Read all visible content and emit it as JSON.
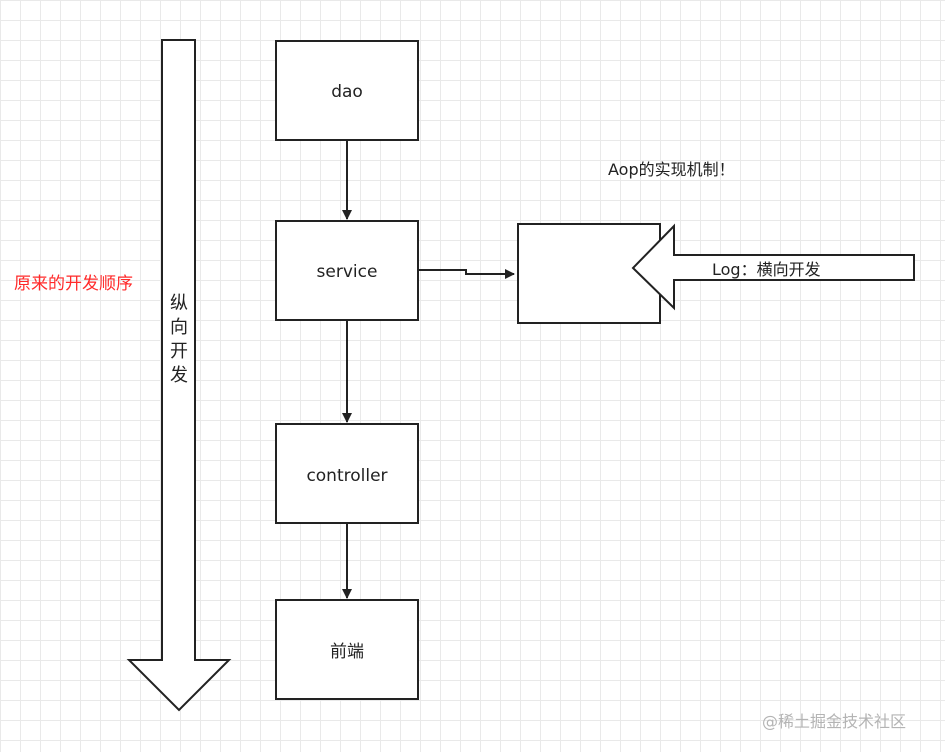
{
  "boxes": {
    "dao": "dao",
    "service": "service",
    "controller": "controller",
    "frontend": "前端"
  },
  "labels": {
    "aop_mechanism": "Aop的实现机制！",
    "log_horizontal": "Log：横向开发",
    "original_order": "原来的开发顺序",
    "vertical_chars": [
      "纵",
      "向",
      "开",
      "发"
    ]
  },
  "watermark": "@稀土掘金技术社区",
  "colors": {
    "stroke": "#222222",
    "red": "#ff2a2a",
    "grid": "#e9e9e9",
    "watermark": "#b4b4b4"
  }
}
